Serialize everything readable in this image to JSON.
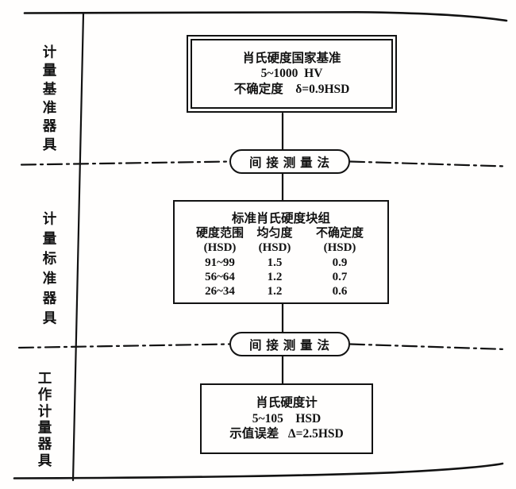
{
  "colors": {
    "ink": "#121212",
    "paper": "#fffefd"
  },
  "left_labels": [
    {
      "text": "计量基准器具"
    },
    {
      "text": "计量标准器具"
    },
    {
      "text": "工作计量器具"
    }
  ],
  "top_box": {
    "title": "肖氏硬度国家基准",
    "range": "5~1000  HV",
    "uncertainty_line": "不确定度    δ=0.9HSD"
  },
  "method_pills": [
    {
      "label": "间 接 测 量 法"
    },
    {
      "label": "间 接 测 量 法"
    }
  ],
  "middle_box": {
    "title": "标准肖氏硬度块组",
    "headers": [
      {
        "name": "硬度范围",
        "unit": "(HSD)"
      },
      {
        "name": "均匀度",
        "unit": "(HSD)"
      },
      {
        "name": "不确定度",
        "unit": "(HSD)"
      }
    ],
    "rows": [
      {
        "range": "91~99",
        "uniformity": "1.5",
        "uncertainty": "0.9"
      },
      {
        "range": "56~64",
        "uniformity": "1.2",
        "uncertainty": "0.7"
      },
      {
        "range": "26~34",
        "uniformity": "1.2",
        "uncertainty": "0.6"
      }
    ]
  },
  "bottom_box": {
    "title": "肖氏硬度计",
    "range": "5~105    HSD",
    "error_line": "示值误差   Δ=2.5HSD"
  }
}
